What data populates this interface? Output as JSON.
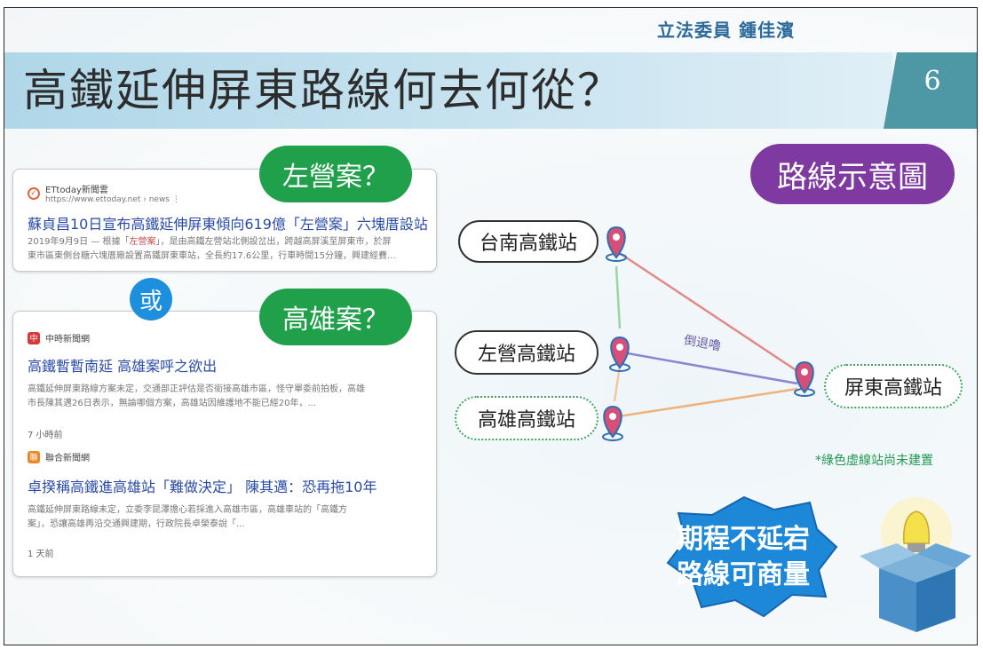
{
  "header": {
    "presenter": "立法委員  鍾佳濱",
    "title": "高鐵延伸屏東路線何去何從？",
    "page_number": "6"
  },
  "labels": {
    "zuoying_option": "左營案？",
    "kaohsiung_option": "高雄案？",
    "or": "或",
    "diagram_title": "路線示意圖"
  },
  "news_card_1": {
    "source_name": "ETtoday新聞雲",
    "source_url": "https://www.ettoday.net › news  ⋮",
    "headline": "蘇貞昌10日宣布高鐵延伸屏東傾向619億「左營案」六塊厝設站",
    "snippet_1_pre": "2019年9月9日 — 根據「",
    "snippet_1_hl": "左營案",
    "snippet_1_post": "」，是由高鐵左營站北側設岔出，跨越高屏溪至屏東市，於屏",
    "snippet_2": "東市區東側台糖六塊厝廠設置高鐵屏東車站，全長約17.6公里，行車時間15分鐘，興建經費..."
  },
  "news_card_2": {
    "source_name": "中時新聞網",
    "headline": "高鐵暫暫南延 高雄案呼之欲出",
    "snippet_1": "高鐵延伸屏東路線方案未定，交通部正評估是否銜接高雄市區，怪守單委前拍板，高雄",
    "snippet_2": "市長陳其邁26日表示，無論哪個方案，高雄站因維護地不能已經20年，...",
    "time": "7 小時前",
    "source_name_2": "聯合新聞網",
    "headline_2": "卓揆稱高鐵進高雄站「難做決定」 陳其邁：恐再拖10年",
    "snippet_3": "高鐵延伸屏東路線未定，立委李昆澤擔心若採進入高雄市區，高雄車站的「高鐵方",
    "snippet_4": "案」，恐讓高雄再沿交通興建期，行政院長卓榮泰說「...",
    "time_2": "1 天前"
  },
  "stations": {
    "tainan": "台南高鐵站",
    "zuoying": "左營高鐵站",
    "kaohsiung": "高雄高鐵站",
    "pingtung": "屏東高鐵站"
  },
  "route_label": "倒退嚕",
  "note": "*綠色虛線站尚未建置",
  "slogan": {
    "line1": "期程不延宕",
    "line2": "路線可商量"
  },
  "colors": {
    "green_pill": "#20a04a",
    "purple_pill": "#7e3aa0",
    "title_tab": "#4e98a6",
    "headline_link": "#2a4aa8",
    "burst": "#1e88d8",
    "route_tainan": "#e28a86",
    "route_zuoying": "#8a86d0",
    "route_kaohsiung": "#f0b27a",
    "route_vertical": "#9ad6a2"
  }
}
